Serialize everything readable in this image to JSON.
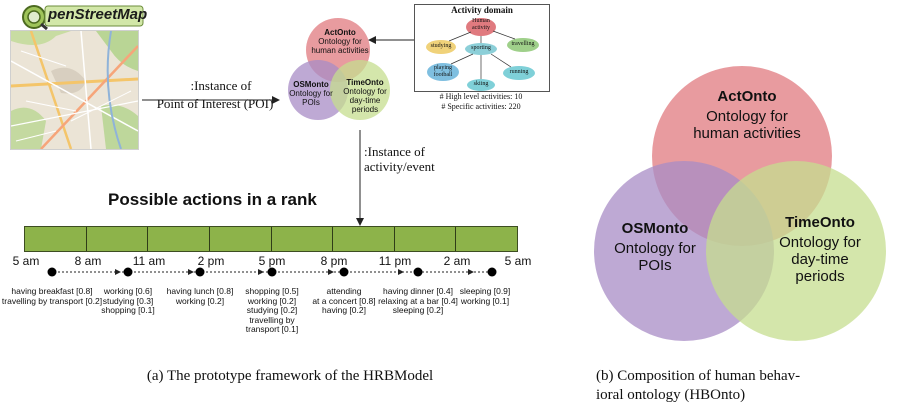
{
  "left_panel": {
    "logo_text": "penStreetMap",
    "poi_edge_label": ":Instance of",
    "poi_edge_label_2": "Point of Interest (POI)",
    "activity_edge_label": ":Instance of",
    "activity_edge_label_2": "activity/event",
    "small_venn": {
      "act": {
        "name": "ActOnto",
        "desc1": "Ontology for",
        "desc2": "human activities"
      },
      "os": {
        "name": "OSMonto",
        "desc1": "Ontology for",
        "desc2": "POIs"
      },
      "time": {
        "name": "TimeOnto",
        "desc1": "Ontology for",
        "desc2": "day-time",
        "desc3": "periods"
      }
    },
    "activity_domain": {
      "title": "Activity domain",
      "nodes": {
        "human": "Human\nactivity",
        "studying": "studying",
        "sporting": "sporting",
        "travelling": "travelling",
        "playing": "playing\nfootball",
        "skiing": "skiing",
        "running": "running"
      },
      "stat1": "# High level activities: 10",
      "stat2": "# Specific activities: 220"
    },
    "rank_title": "Possible actions in a rank",
    "times": [
      "5 am",
      "8 am",
      "11 am",
      "2 pm",
      "5 pm",
      "8 pm",
      "11 pm",
      "2 am",
      "5 am"
    ],
    "activities": [
      {
        "lines": [
          "having breakfast [0.8]",
          "travelling by transport [0.2]"
        ]
      },
      {
        "lines": [
          "working [0.6]",
          "studying [0.3]",
          "shopping [0.1]"
        ]
      },
      {
        "lines": [
          "having lunch [0.8]",
          "working [0.2]"
        ]
      },
      {
        "lines": [
          "shopping [0.5]",
          "working [0.2]",
          "studying [0.2]",
          "travelling by",
          "transport [0.1]"
        ]
      },
      {
        "lines": [
          "attending",
          "at a concert [0.8]",
          "having [0.2]"
        ]
      },
      {
        "lines": [
          "having dinner [0.4]",
          "relaxing at a bar [0.4]",
          "sleeping [0.2]"
        ]
      },
      {
        "lines": [
          "sleeping [0.9]",
          "working [0.1]"
        ]
      }
    ],
    "caption": "(a)  The prototype framework of the HRBModel"
  },
  "right_panel": {
    "act": {
      "name": "ActOnto",
      "desc1": "Ontology for",
      "desc2": "human activities"
    },
    "os": {
      "name": "OSMonto",
      "desc1": "Ontology for",
      "desc2": "POIs"
    },
    "time": {
      "name": "TimeOnto",
      "desc1": "Ontology for",
      "desc2": "day-time",
      "desc3": "periods"
    },
    "caption_1": "(b)  Composition  of  human  behav-",
    "caption_2": "ioral ontology (HBOnto)"
  },
  "colors": {
    "act_circle": "#e07a7f",
    "os_circle": "#a88cc6",
    "time_circle": "#c6dd8f",
    "timebar": "#8db34a"
  }
}
